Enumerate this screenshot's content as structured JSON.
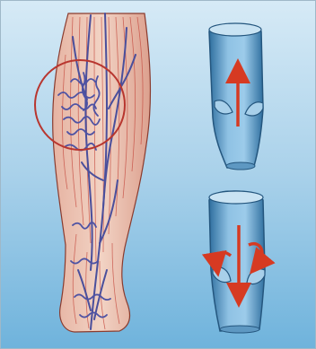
{
  "figure": {
    "colors": {
      "background_top": "#d6eaf6",
      "background_bottom": "#6fb3dc",
      "skin": "#ecc7b6",
      "muscle": "#c4473c",
      "vein": "#4a4f9c",
      "varicose_circle": "#b8362f",
      "vessel_wall": "#3f7fae",
      "vessel_inner": "#7fb4d8",
      "flow_arrow": "#d63a22"
    },
    "panels": [
      {
        "name": "healthy-vein-valve",
        "flow_direction": "up"
      },
      {
        "name": "failed-vein-valve",
        "flow_direction": "down-backflow"
      }
    ]
  }
}
